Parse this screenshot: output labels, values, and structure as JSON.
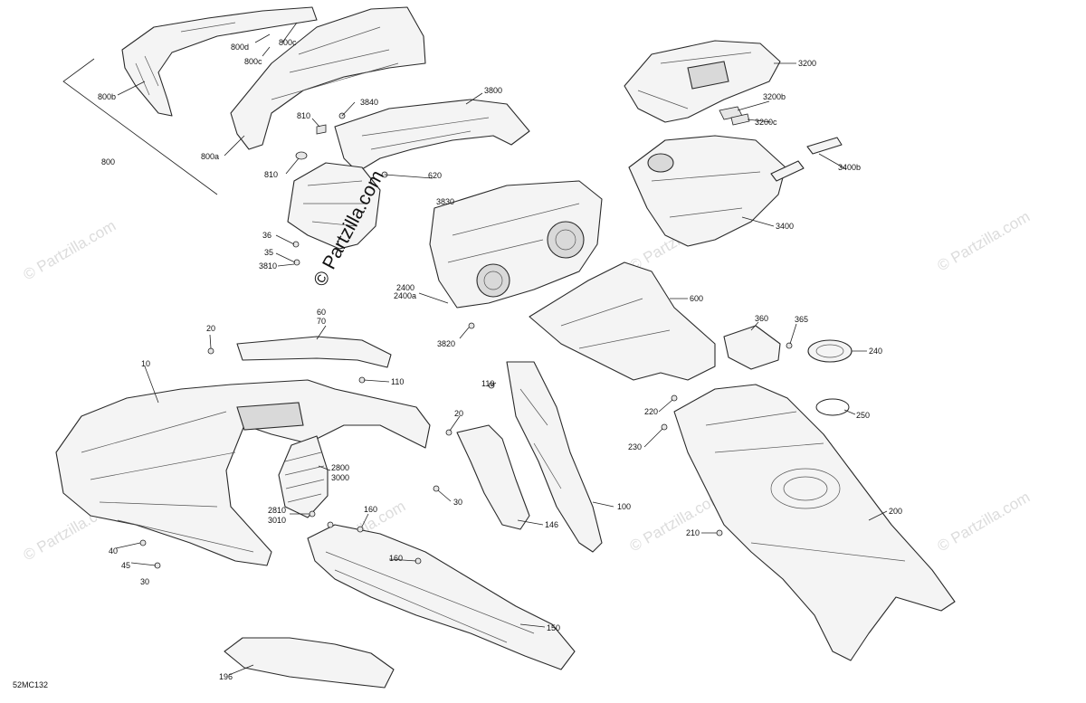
{
  "diagram": {
    "code": "52MC132",
    "watermark_center": "© Partzilla.com",
    "watermark_repeat": "© Partzilla.com",
    "callouts": [
      {
        "text": "800d"
      },
      {
        "text": "800c"
      },
      {
        "text": "800c"
      },
      {
        "text": "800b"
      },
      {
        "text": "800"
      },
      {
        "text": "800a"
      },
      {
        "text": "3840"
      },
      {
        "text": "3800"
      },
      {
        "text": "810"
      },
      {
        "text": "810"
      },
      {
        "text": "620"
      },
      {
        "text": "3830"
      },
      {
        "text": "36"
      },
      {
        "text": "35"
      },
      {
        "text": "3810"
      },
      {
        "text": "2400"
      },
      {
        "text": "2400a"
      },
      {
        "text": "3820"
      },
      {
        "text": "3200"
      },
      {
        "text": "3200b"
      },
      {
        "text": "3200c"
      },
      {
        "text": "3400b"
      },
      {
        "text": "3400"
      },
      {
        "text": "600"
      },
      {
        "text": "60"
      },
      {
        "text": "70"
      },
      {
        "text": "20"
      },
      {
        "text": "10"
      },
      {
        "text": "110"
      },
      {
        "text": "110"
      },
      {
        "text": "20"
      },
      {
        "text": "2800"
      },
      {
        "text": "3000"
      },
      {
        "text": "30"
      },
      {
        "text": "2810"
      },
      {
        "text": "3010"
      },
      {
        "text": "160"
      },
      {
        "text": "160"
      },
      {
        "text": "146"
      },
      {
        "text": "100"
      },
      {
        "text": "40"
      },
      {
        "text": "45"
      },
      {
        "text": "30"
      },
      {
        "text": "150"
      },
      {
        "text": "196"
      },
      {
        "text": "360"
      },
      {
        "text": "365"
      },
      {
        "text": "240"
      },
      {
        "text": "250"
      },
      {
        "text": "220"
      },
      {
        "text": "230"
      },
      {
        "text": "210"
      },
      {
        "text": "200"
      }
    ]
  }
}
